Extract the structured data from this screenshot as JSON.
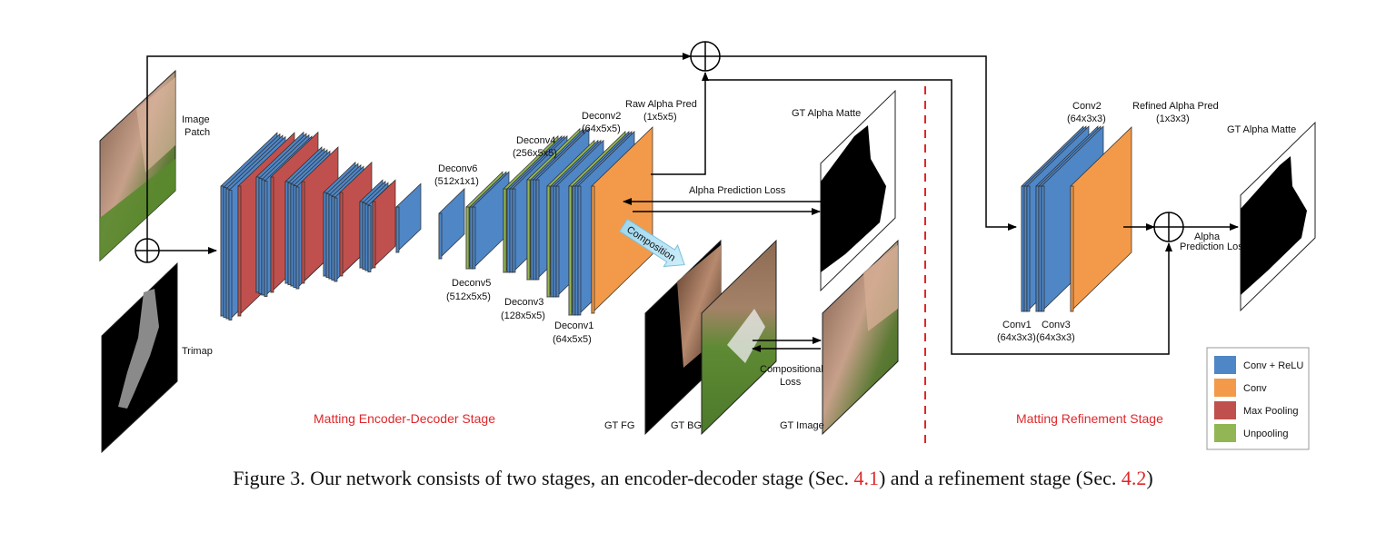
{
  "labels": {
    "image_patch": [
      "Image",
      "Patch"
    ],
    "trimap": "Trimap",
    "deconv6": [
      "Deconv6",
      "(512x1x1)"
    ],
    "deconv5": [
      "Deconv5",
      "(512x5x5)"
    ],
    "deconv4": [
      "Deconv4",
      "(256x5x5)"
    ],
    "deconv3": [
      "Deconv3",
      "(128x5x5)"
    ],
    "deconv2": [
      "Deconv2",
      "(64x5x5)"
    ],
    "deconv1": [
      "Deconv1",
      "(64x5x5)"
    ],
    "raw_alpha": [
      "Raw Alpha Pred",
      "(1x5x5)"
    ],
    "gt_alpha_matte_left": "GT Alpha Matte",
    "alpha_prediction_loss": "Alpha Prediction Loss",
    "composition": "Composition",
    "gt_fg": "GT FG",
    "gt_bg": "GT BG",
    "gt_image": "GT Image",
    "compositional_loss": [
      "Compositional",
      "Loss"
    ],
    "conv1": [
      "Conv1",
      "(64x3x3)"
    ],
    "conv2": [
      "Conv2",
      "(64x3x3)"
    ],
    "conv3": [
      "Conv3",
      "(64x3x3)"
    ],
    "refined_alpha": [
      "Refined Alpha Pred",
      "(1x3x3)"
    ],
    "gt_alpha_matte_right": "GT Alpha Matte",
    "alpha_loss_small": [
      "Alpha",
      "Prediction Loss"
    ]
  },
  "stages": {
    "encoder_decoder": "Matting Encoder-Decoder Stage",
    "refinement": "Matting Refinement Stage"
  },
  "legend": [
    {
      "label": "Conv + ReLU",
      "color": "#4f86c6"
    },
    {
      "label": "Conv",
      "color": "#f39a4a"
    },
    {
      "label": "Max Pooling",
      "color": "#c0504d"
    },
    {
      "label": "Unpooling",
      "color": "#93b654"
    }
  ],
  "caption": {
    "prefix": "Figure 3. Our network consists of two stages, an encoder-decoder stage (Sec. ",
    "ref1": "4.1",
    "middle": ") and a refinement stage (Sec. ",
    "ref2": "4.2",
    "suffix": ")"
  }
}
